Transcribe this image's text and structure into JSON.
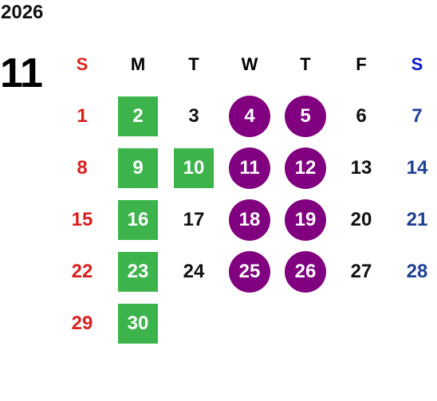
{
  "calendar": {
    "year": "2026",
    "month": "11",
    "weekdays": [
      "S",
      "M",
      "T",
      "W",
      "T",
      "F",
      "S"
    ],
    "weeks": [
      [
        {
          "label": "1",
          "type": "sun",
          "mark": ""
        },
        {
          "label": "2",
          "type": "",
          "mark": "green"
        },
        {
          "label": "3",
          "type": "",
          "mark": ""
        },
        {
          "label": "4",
          "type": "",
          "mark": "purple"
        },
        {
          "label": "5",
          "type": "",
          "mark": "purple"
        },
        {
          "label": "6",
          "type": "",
          "mark": ""
        },
        {
          "label": "7",
          "type": "sat",
          "mark": ""
        }
      ],
      [
        {
          "label": "8",
          "type": "sun",
          "mark": ""
        },
        {
          "label": "9",
          "type": "",
          "mark": "green"
        },
        {
          "label": "10",
          "type": "",
          "mark": "green"
        },
        {
          "label": "11",
          "type": "",
          "mark": "purple"
        },
        {
          "label": "12",
          "type": "",
          "mark": "purple"
        },
        {
          "label": "13",
          "type": "",
          "mark": ""
        },
        {
          "label": "14",
          "type": "sat",
          "mark": ""
        }
      ],
      [
        {
          "label": "15",
          "type": "sun",
          "mark": ""
        },
        {
          "label": "16",
          "type": "",
          "mark": "green"
        },
        {
          "label": "17",
          "type": "",
          "mark": ""
        },
        {
          "label": "18",
          "type": "",
          "mark": "purple"
        },
        {
          "label": "19",
          "type": "",
          "mark": "purple"
        },
        {
          "label": "20",
          "type": "",
          "mark": ""
        },
        {
          "label": "21",
          "type": "sat",
          "mark": ""
        }
      ],
      [
        {
          "label": "22",
          "type": "sun",
          "mark": ""
        },
        {
          "label": "23",
          "type": "",
          "mark": "green"
        },
        {
          "label": "24",
          "type": "",
          "mark": ""
        },
        {
          "label": "25",
          "type": "",
          "mark": "purple"
        },
        {
          "label": "26",
          "type": "",
          "mark": "purple"
        },
        {
          "label": "27",
          "type": "",
          "mark": ""
        },
        {
          "label": "28",
          "type": "sat",
          "mark": ""
        }
      ],
      [
        {
          "label": "29",
          "type": "sun",
          "mark": ""
        },
        {
          "label": "30",
          "type": "",
          "mark": "green"
        }
      ]
    ],
    "colors": {
      "sunday": "#d8201f",
      "saturday_header": "#0b16d6",
      "saturday": "#1d3f94",
      "green_mark": "#3cb44b",
      "purple_mark": "#800080"
    }
  }
}
